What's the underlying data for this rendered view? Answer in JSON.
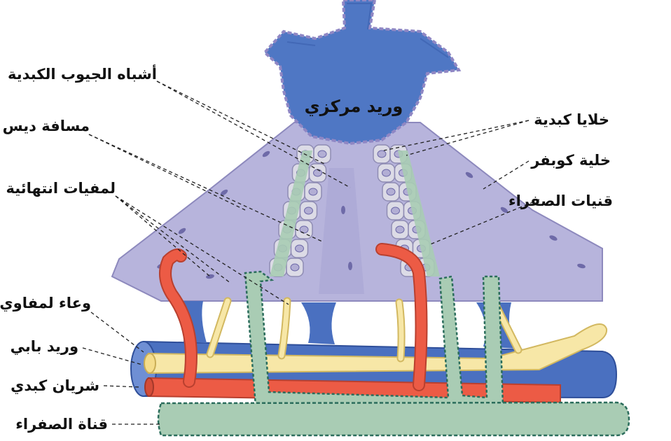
{
  "colors": {
    "vein_blue": "#4f77c4",
    "vein_dark": "#2f4f9a",
    "sinusoid_lilac": "#b7b4dc",
    "hepatocyte_fill": "#dcdbe6",
    "nucleus": "#b2aed4",
    "artery_red": "#ec5b45",
    "lymph_yellow": "#f7e7a7",
    "bile_green": "#a9ccb4",
    "bile_outline": "#2b6d5c"
  },
  "labels": {
    "central_vein": "وريد مركزي",
    "sinusoids": "أشباه الجيوب الكبدية",
    "space_of_disse": "مسافة ديس",
    "terminal_lymphatics": "لمفيات انتهائية",
    "lymphatic_vessel": "وعاء لمفاوي",
    "portal_vein": "وريد بابي",
    "hepatic_artery": "شريان كبدي",
    "bile_duct": "قناة الصفراء",
    "hepatocytes": "خلايا كبدية",
    "kupffer_cell": "خلية كوبفر",
    "bile_canaliculi": "قنيات الصفراء"
  }
}
